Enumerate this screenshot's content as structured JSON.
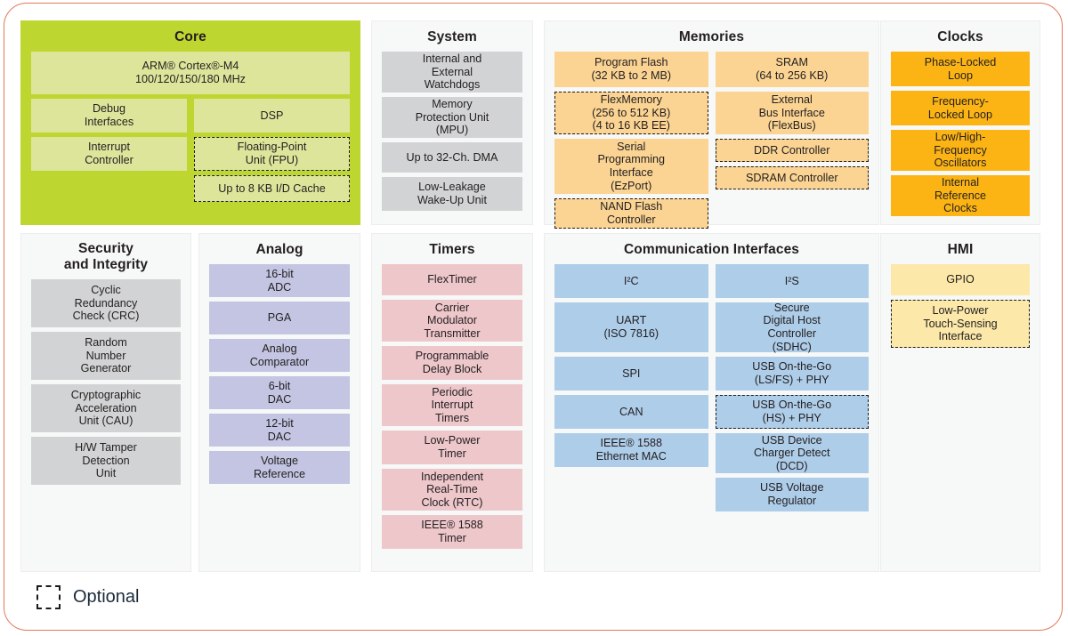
{
  "legend": {
    "optional_label": "Optional",
    "swatch_name": "dashed-square-icon"
  },
  "colors": {
    "frame_border": "#e0795c",
    "panel_bg": "#f7f8f8",
    "core_panel": "#bed630",
    "core_block": "#dde59b",
    "system_block": "#d2d3d4",
    "memories_block": "#fbd493",
    "clocks_block": "#fcb415",
    "security_block": "#d2d3d4",
    "analog_block": "#c3c5e2",
    "timers_block": "#eec7cb",
    "communication_block": "#aecde9",
    "hmi_block": "#fce8a9",
    "optional_outline": "#1b1b1b"
  },
  "panels": {
    "core": {
      "title": "Core",
      "hero": {
        "label": "ARM® Cortex®-M4\n100/120/150/180 MHz",
        "optional": false
      },
      "left_column": [
        {
          "label": "Debug\nInterfaces",
          "optional": false
        },
        {
          "label": "Interrupt\nController",
          "optional": false
        }
      ],
      "right_column": [
        {
          "label": "DSP",
          "optional": false
        },
        {
          "label": "Floating-Point\nUnit (FPU)",
          "optional": true
        },
        {
          "label": "Up to 8 KB I/D Cache",
          "optional": true
        }
      ]
    },
    "system": {
      "title": "System",
      "blocks": [
        {
          "label": "Internal and\nExternal\nWatchdogs",
          "optional": false
        },
        {
          "label": "Memory\nProtection Unit\n(MPU)",
          "optional": false
        },
        {
          "label": "Up to 32-Ch. DMA",
          "optional": false
        },
        {
          "label": "Low-Leakage\nWake-Up Unit",
          "optional": false
        }
      ]
    },
    "memories": {
      "title": "Memories",
      "left_column": [
        {
          "label": "Program Flash\n(32 KB to 2 MB)",
          "optional": false
        },
        {
          "label": "FlexMemory\n(256 to 512 KB)\n(4 to 16 KB EE)",
          "optional": true
        },
        {
          "label": "Serial\nProgramming\nInterface\n(EzPort)",
          "optional": false
        },
        {
          "label": "NAND Flash\nController",
          "optional": true
        }
      ],
      "right_column": [
        {
          "label": "SRAM\n(64 to 256 KB)",
          "optional": false
        },
        {
          "label": "External\nBus Interface\n(FlexBus)",
          "optional": false
        },
        {
          "label": "DDR Controller",
          "optional": true
        },
        {
          "label": "SDRAM Controller",
          "optional": true
        }
      ]
    },
    "clocks": {
      "title": "Clocks",
      "blocks": [
        {
          "label": "Phase-Locked\nLoop",
          "optional": false
        },
        {
          "label": "Frequency-\nLocked Loop",
          "optional": false
        },
        {
          "label": "Low/High-\nFrequency\nOscillators",
          "optional": false
        },
        {
          "label": "Internal\nReference\nClocks",
          "optional": false
        }
      ]
    },
    "security": {
      "title": "Security\nand Integrity",
      "blocks": [
        {
          "label": "Cyclic\nRedundancy\nCheck (CRC)",
          "optional": false
        },
        {
          "label": "Random\nNumber\nGenerator",
          "optional": false
        },
        {
          "label": "Cryptographic\nAcceleration\nUnit (CAU)",
          "optional": false
        },
        {
          "label": "H/W Tamper\nDetection\nUnit",
          "optional": false
        }
      ]
    },
    "analog": {
      "title": "Analog",
      "blocks": [
        {
          "label": "16-bit\nADC",
          "optional": false
        },
        {
          "label": "PGA",
          "optional": false
        },
        {
          "label": "Analog\nComparator",
          "optional": false
        },
        {
          "label": "6-bit\nDAC",
          "optional": false
        },
        {
          "label": "12-bit\nDAC",
          "optional": false
        },
        {
          "label": "Voltage\nReference",
          "optional": false
        }
      ]
    },
    "timers": {
      "title": "Timers",
      "blocks": [
        {
          "label": "FlexTimer",
          "optional": false
        },
        {
          "label": "Carrier\nModulator\nTransmitter",
          "optional": false
        },
        {
          "label": "Programmable\nDelay Block",
          "optional": false
        },
        {
          "label": "Periodic\nInterrupt\nTimers",
          "optional": false
        },
        {
          "label": "Low-Power\nTimer",
          "optional": false
        },
        {
          "label": "Independent\nReal-Time\nClock (RTC)",
          "optional": false
        },
        {
          "label": "IEEE® 1588\nTimer",
          "optional": false
        }
      ]
    },
    "communication": {
      "title": "Communication Interfaces",
      "left_column": [
        {
          "label": "I²C",
          "optional": false
        },
        {
          "label": "UART\n(ISO 7816)",
          "optional": false
        },
        {
          "label": "SPI",
          "optional": false
        },
        {
          "label": "CAN",
          "optional": false
        },
        {
          "label": "IEEE® 1588\nEthernet MAC",
          "optional": false
        }
      ],
      "right_column": [
        {
          "label": "I²S",
          "optional": false
        },
        {
          "label": "Secure\nDigital Host\nController\n(SDHC)",
          "optional": false
        },
        {
          "label": "USB On-the-Go\n(LS/FS) + PHY",
          "optional": false
        },
        {
          "label": "USB On-the-Go\n(HS) + PHY",
          "optional": true
        },
        {
          "label": "USB Device\nCharger Detect\n(DCD)",
          "optional": false
        },
        {
          "label": "USB Voltage\nRegulator",
          "optional": false
        }
      ]
    },
    "hmi": {
      "title": "HMI",
      "blocks": [
        {
          "label": "GPIO",
          "optional": false
        },
        {
          "label": "Low-Power\nTouch-Sensing\nInterface",
          "optional": true
        }
      ]
    }
  }
}
